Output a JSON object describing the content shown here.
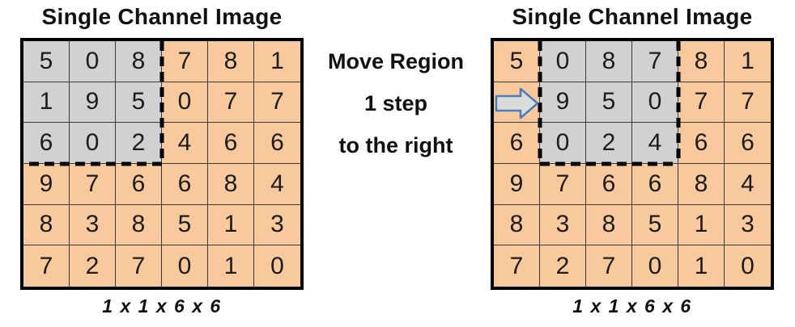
{
  "left_panel": {
    "title": "Single Channel Image",
    "dims_label": "1 x 1 x 6 x 6",
    "grid": {
      "rows": [
        [
          "5",
          "0",
          "8",
          "7",
          "8",
          "1"
        ],
        [
          "1",
          "9",
          "5",
          "0",
          "7",
          "7"
        ],
        [
          "6",
          "0",
          "2",
          "4",
          "6",
          "6"
        ],
        [
          "9",
          "7",
          "6",
          "6",
          "8",
          "4"
        ],
        [
          "8",
          "3",
          "8",
          "5",
          "1",
          "3"
        ],
        [
          "7",
          "2",
          "7",
          "0",
          "1",
          "0"
        ]
      ],
      "highlight": {
        "row_start": 0,
        "row_end": 2,
        "col_start": 0,
        "col_end": 2
      }
    }
  },
  "middle": {
    "line1": "Move Region",
    "line2": "1 step",
    "line3": "to the right"
  },
  "right_panel": {
    "title": "Single Channel Image",
    "dims_label": "1 x 1 x 6 x 6",
    "grid": {
      "rows": [
        [
          "5",
          "0",
          "8",
          "7",
          "8",
          "1"
        ],
        [
          "",
          "9",
          "5",
          "0",
          "7",
          "7"
        ],
        [
          "6",
          "0",
          "2",
          "4",
          "6",
          "6"
        ],
        [
          "9",
          "7",
          "6",
          "6",
          "8",
          "4"
        ],
        [
          "8",
          "3",
          "8",
          "5",
          "1",
          "3"
        ],
        [
          "7",
          "2",
          "7",
          "0",
          "1",
          "0"
        ]
      ],
      "highlight": {
        "row_start": 0,
        "row_end": 2,
        "col_start": 1,
        "col_end": 3
      }
    },
    "arrow_icon": "block-arrow-right"
  },
  "colors": {
    "cell_orange": "#F9C99E",
    "cell_gray": "#D1D1D1",
    "grid_line": "#3A3A3A",
    "outer_border": "#000000",
    "dash": "#000000",
    "arrow_stroke": "#4A7EBB",
    "arrow_fill": "#DCDCDC",
    "text": "#1C1C1C"
  }
}
